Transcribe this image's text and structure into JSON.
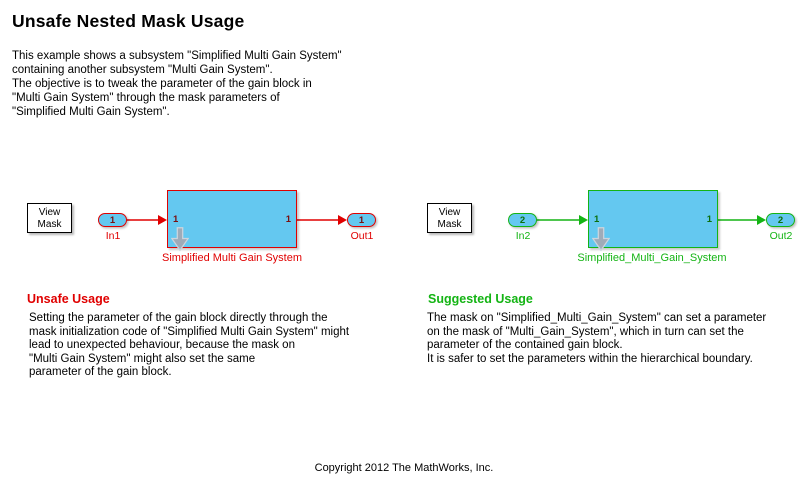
{
  "page": {
    "title": "Unsafe Nested Mask Usage",
    "description_lines": [
      "This example shows a subsystem \"Simplified Multi Gain System\"",
      "containing another subsystem \"Multi Gain System\".",
      "The objective is to tweak the parameter of the gain block in",
      "\"Multi Gain System\" through the mask parameters of",
      "\"Simplified Multi Gain System\"."
    ],
    "footer": "Copyright 2012 The MathWorks, Inc."
  },
  "colors": {
    "unsafe_red": "#e00000",
    "suggested_green": "#14b414",
    "block_fill": "#64c8f0",
    "badge_gray": "#9fabb8"
  },
  "diagrams": [
    {
      "id": "unsafe-diagram",
      "view_mask": {
        "lines": [
          "View",
          "Mask"
        ]
      },
      "inport": {
        "number": "1",
        "label": "In1"
      },
      "outport": {
        "number": "1",
        "label": "Out1"
      },
      "subsystem": {
        "left_port": "1",
        "right_port": "1",
        "label": "Simplified Multi Gain System"
      }
    },
    {
      "id": "suggested-diagram",
      "view_mask": {
        "lines": [
          "View",
          "Mask"
        ]
      },
      "inport": {
        "number": "2",
        "label": "In2"
      },
      "outport": {
        "number": "2",
        "label": "Out2"
      },
      "subsystem": {
        "left_port": "1",
        "right_port": "1",
        "label": "Simplified_Multi_Gain_System"
      }
    }
  ],
  "sections": [
    {
      "heading": "Unsafe Usage",
      "lines": [
        "Setting the parameter of the gain block directly through the",
        "mask initialization code of \"Simplified Multi Gain System\" might",
        "lead to unexpected behaviour, because the mask on",
        "\"Multi Gain System\" might also set the same",
        "parameter of the gain block."
      ]
    },
    {
      "heading": "Suggested Usage",
      "lines": [
        "The mask on \"Simplified_Multi_Gain_System\" can set a parameter",
        "on the mask of \"Multi_Gain_System\", which in turn can set the",
        "parameter of the contained gain block.",
        "It is safer to set the parameters within the hierarchical boundary."
      ]
    }
  ]
}
